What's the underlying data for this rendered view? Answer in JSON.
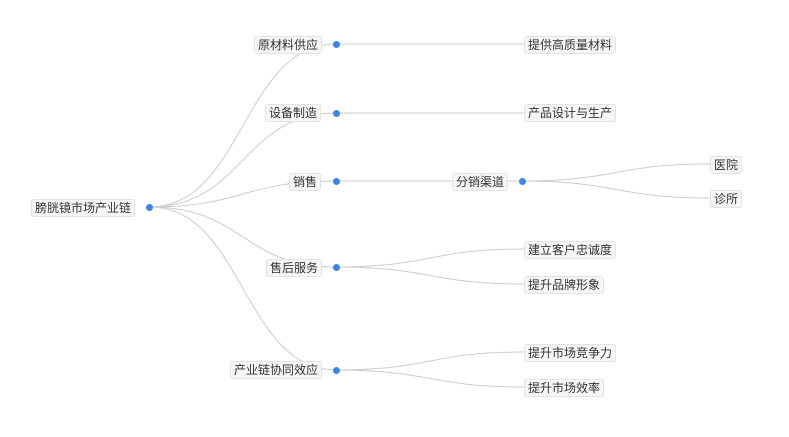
{
  "colors": {
    "link": "#cccccc",
    "dot": "#3a86e6",
    "label_bg": "#f6f6f6",
    "label_border": "#e3e3e3",
    "text": "#333333"
  },
  "tree": {
    "root": {
      "label": "膀胱镜市场产业链"
    },
    "branches": [
      {
        "label": "原材料供应",
        "children": [
          {
            "label": "提供高质量材料"
          }
        ]
      },
      {
        "label": "设备制造",
        "children": [
          {
            "label": "产品设计与生产"
          }
        ]
      },
      {
        "label": "销售",
        "children": [
          {
            "label": "分销渠道",
            "children": [
              {
                "label": "医院"
              },
              {
                "label": "诊所"
              }
            ]
          }
        ]
      },
      {
        "label": "售后服务",
        "children": [
          {
            "label": "建立客户忠诚度"
          },
          {
            "label": "提升品牌形象"
          }
        ]
      },
      {
        "label": "产业链协同效应",
        "children": [
          {
            "label": "提升市场竞争力"
          },
          {
            "label": "提升市场效率"
          }
        ]
      }
    ]
  }
}
